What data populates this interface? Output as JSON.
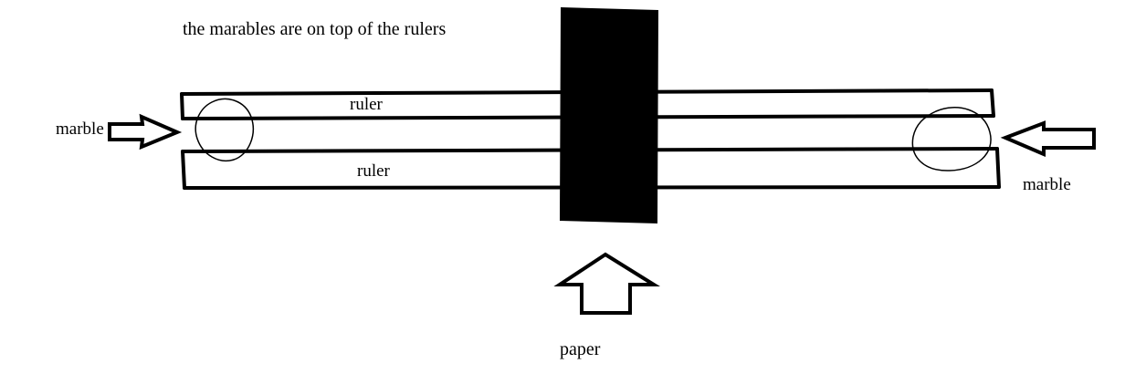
{
  "diagram": {
    "caption": "the marables are on top of the rulers",
    "rulers": [
      {
        "label": "ruler"
      },
      {
        "label": "ruler"
      }
    ],
    "marbles": [
      {
        "label": "marble",
        "side": "left"
      },
      {
        "label": "marble",
        "side": "right"
      }
    ],
    "paper": {
      "label": "paper"
    }
  },
  "colors": {
    "ink": "#000000",
    "background": "#ffffff"
  }
}
